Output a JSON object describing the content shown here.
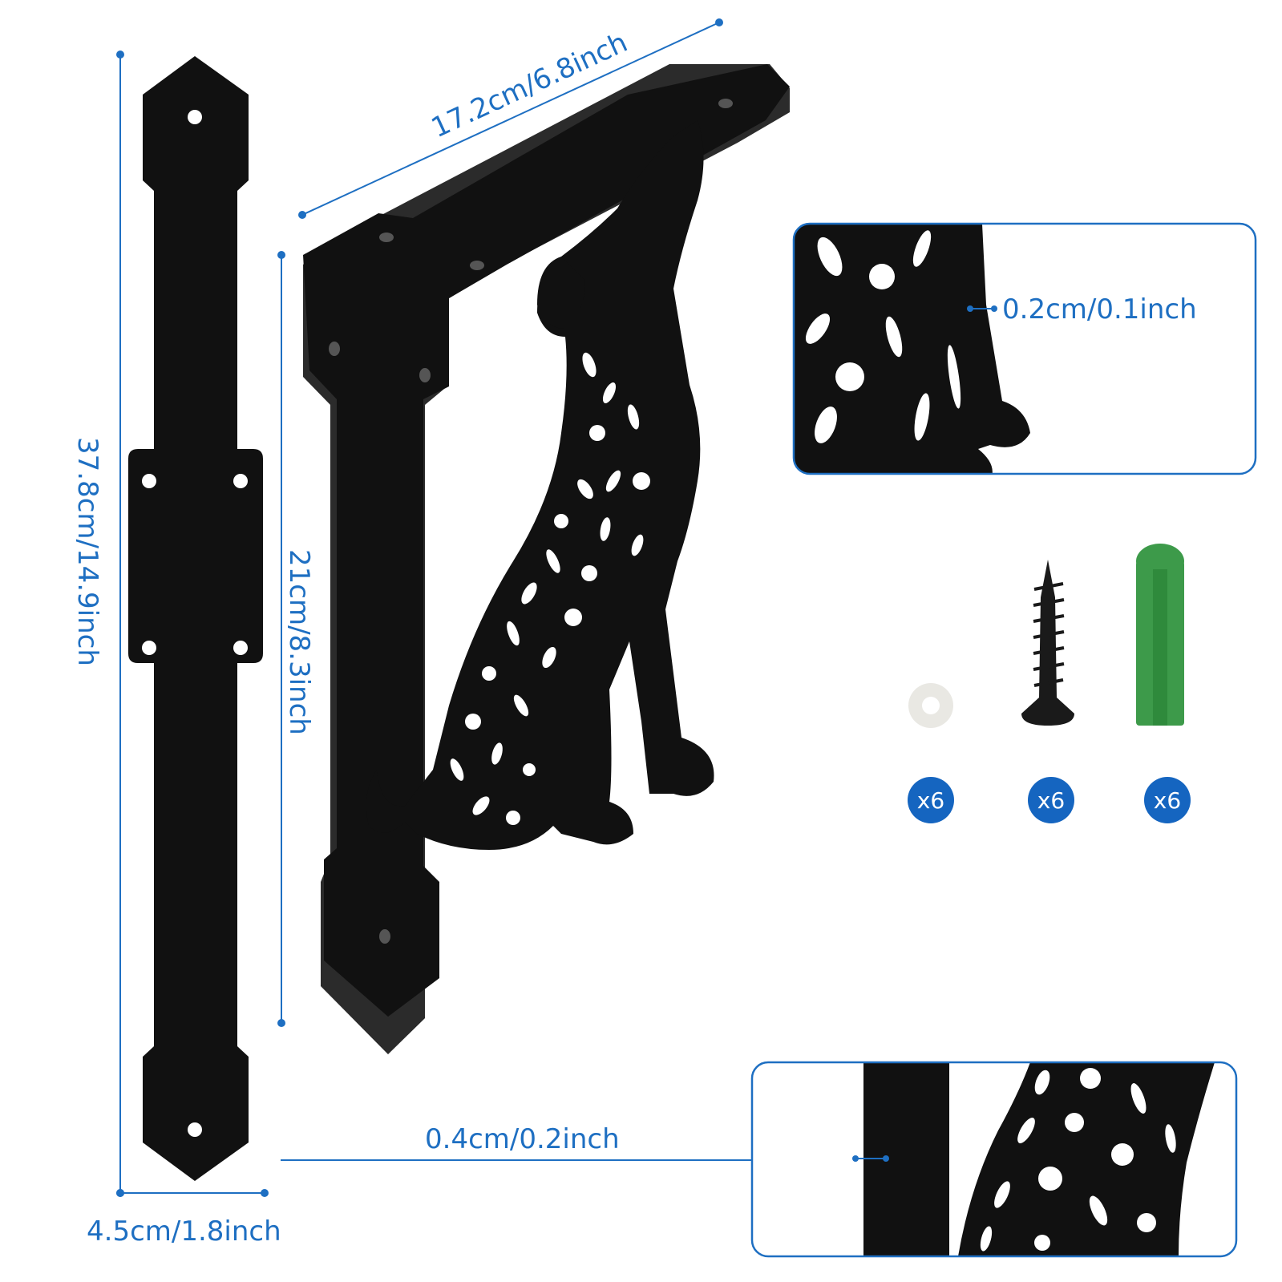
{
  "dimensions": {
    "strap_length": "37.8cm/14.9inch",
    "strap_width": "4.5cm/1.8inch",
    "bracket_top": "17.2cm/6.8inch",
    "bracket_side": "21cm/8.3inch",
    "bracket_thickness": "0.4cm/0.2inch",
    "cutout_thickness": "0.2cm/0.1inch"
  },
  "accessories": [
    {
      "name": "washer",
      "quantity": "x6"
    },
    {
      "name": "screw",
      "quantity": "x6"
    },
    {
      "name": "wall-anchor",
      "quantity": "x6"
    }
  ],
  "colors": {
    "dimension_line": "#1e6fc2",
    "product": "#111111",
    "anchor": "#3d9a4a",
    "badge": "#1565c0"
  }
}
